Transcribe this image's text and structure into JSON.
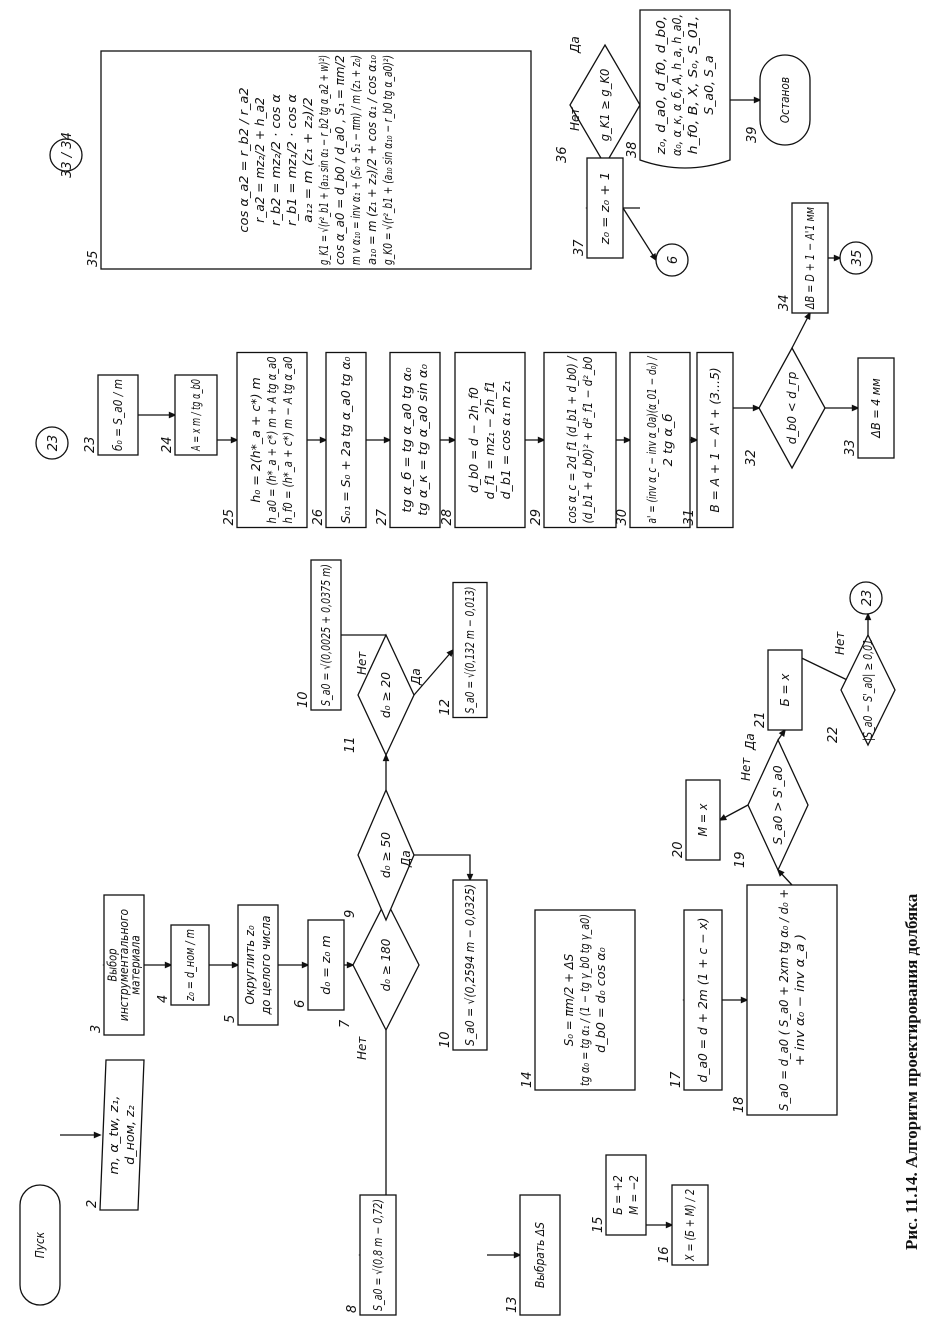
{
  "caption": "Рис. 11.14. Алгоритм проектирования долбяка",
  "blocks": [
    {
      "id": "start",
      "number": "",
      "kind": "terminal",
      "lines": [
        "Пуск"
      ]
    },
    {
      "id": "b2",
      "number": "2",
      "kind": "input",
      "lines": [
        "m, α_tw, z₁,",
        "d_ном, z₂"
      ]
    },
    {
      "id": "b3",
      "number": "3",
      "kind": "process",
      "lines": [
        "Выбор",
        "инструментального",
        "материала"
      ]
    },
    {
      "id": "b4",
      "number": "4",
      "kind": "process",
      "lines": [
        "z₀ = d_ном / m"
      ]
    },
    {
      "id": "b5",
      "number": "5",
      "kind": "process",
      "lines": [
        "Округлить z₀",
        "до целого числа"
      ]
    },
    {
      "id": "b6",
      "number": "6",
      "kind": "process",
      "lines": [
        "d₀ = z₀ m"
      ]
    },
    {
      "id": "b7",
      "number": "7",
      "kind": "decision",
      "lines": [
        "d₀ ≥ 180"
      ]
    },
    {
      "id": "b8",
      "number": "8",
      "kind": "process",
      "lines": [
        "S_a0 = √(0,8 m − 0,72)"
      ]
    },
    {
      "id": "b9",
      "number": "9",
      "kind": "decision",
      "lines": [
        "d₀ ≥ 50"
      ]
    },
    {
      "id": "b10a",
      "number": "10",
      "kind": "process",
      "lines": [
        "S_a0 = √(0,2594 m − 0,0325)"
      ]
    },
    {
      "id": "b10b",
      "number": "10",
      "kind": "process",
      "lines": [
        "S_a0 = √(0,0025 + 0,0375 m)"
      ]
    },
    {
      "id": "b11",
      "number": "11",
      "kind": "decision",
      "lines": [
        "d₀ ≥ 20"
      ]
    },
    {
      "id": "b12",
      "number": "12",
      "kind": "process",
      "lines": [
        "S_a0 = √(0,132 m − 0,013)"
      ]
    },
    {
      "id": "b13",
      "number": "13",
      "kind": "process",
      "lines": [
        "Выбрать ΔS"
      ]
    },
    {
      "id": "b14",
      "number": "14",
      "kind": "process",
      "lines": [
        "S₀ = πm/2 + ΔS",
        "tg α₀ = tg α₁ / (1 − tg γ_b0 tg γ_a0)",
        "d_b0 = d₀ cos α₀"
      ]
    },
    {
      "id": "b15",
      "number": "15",
      "kind": "process",
      "lines": [
        "Б = +2",
        "M = −2"
      ]
    },
    {
      "id": "b16",
      "number": "16",
      "kind": "process",
      "lines": [
        "X = (Б + M) / 2"
      ]
    },
    {
      "id": "b17",
      "number": "17",
      "kind": "process",
      "lines": [
        "d_a0 = d + 2m (1 + c − x)"
      ]
    },
    {
      "id": "b18",
      "number": "18",
      "kind": "process",
      "lines": [
        "S_a0 = d_a0 ( S_a0 + 2xm tg α₀ / d₀ +",
        "+ inv α₀ − inv α_a )"
      ]
    },
    {
      "id": "b19",
      "number": "19",
      "kind": "decision",
      "lines": [
        "S_a0 > S'_a0"
      ]
    },
    {
      "id": "b20",
      "number": "20",
      "kind": "process",
      "lines": [
        "M = x"
      ]
    },
    {
      "id": "b21",
      "number": "21",
      "kind": "process",
      "lines": [
        "Б = x"
      ]
    },
    {
      "id": "b22",
      "number": "22",
      "kind": "decision",
      "lines": [
        "|S_a0 − S'_a0| ≥ 0,01"
      ]
    },
    {
      "id": "b23",
      "number": "23",
      "kind": "process",
      "lines": [
        "б₀ = S_a0 / m"
      ]
    },
    {
      "id": "b24",
      "number": "24",
      "kind": "process",
      "lines": [
        "A = x m / tg α_b0"
      ]
    },
    {
      "id": "b25",
      "number": "25",
      "kind": "process",
      "lines": [
        "h₀ = 2(h*_a + c*) m",
        "h_a0 = (h*_a + c*) m + A tg α_a0",
        "h_f0 = (h*_a + c*) m − A tg α_a0"
      ]
    },
    {
      "id": "b26",
      "number": "26",
      "kind": "process",
      "lines": [
        "S₀₁ = S₀ + 2a tg α_a0 tg α₀"
      ]
    },
    {
      "id": "b27",
      "number": "27",
      "kind": "process",
      "lines": [
        "tg α_б = tg α_a0 tg α₀",
        "tg α_к = tg α_a0 sin α₀"
      ]
    },
    {
      "id": "b28",
      "number": "28",
      "kind": "process",
      "lines": [
        "d_b0 = d − 2h_f0",
        "d_f1 = mz₁ − 2h_f1",
        "d_b1 = cos α₁ m z₁"
      ]
    },
    {
      "id": "b29",
      "number": "29",
      "kind": "process",
      "lines": [
        "cos α_c = 2d_f1 (d_b1 + d_b0) /",
        "(d_b1 + d_b0)² + d²_f1 − d²_b0"
      ]
    },
    {
      "id": "b30",
      "number": "30",
      "kind": "process",
      "lines": [
        "a' = (inv α_c − inv α_0a)(α_01 − d₀) /",
        "2 tg α_б"
      ]
    },
    {
      "id": "b31",
      "number": "31",
      "kind": "process",
      "lines": [
        "B = A + 1 − A' + (3…5)"
      ]
    },
    {
      "id": "b32",
      "number": "32",
      "kind": "decision",
      "lines": [
        "d_b0 < d_гр"
      ]
    },
    {
      "id": "b33",
      "number": "33",
      "kind": "process",
      "lines": [
        "ΔB = 4 мм"
      ]
    },
    {
      "id": "b34",
      "number": "34",
      "kind": "process",
      "lines": [
        "ΔB = D + 1 − A'1 мм"
      ]
    },
    {
      "id": "b35",
      "number": "35",
      "kind": "process",
      "lines": [
        "cos α_a2 = r_b2 / r_a2",
        "r_a2 = mz₂/2 + h_a2",
        "r_b2 = mz₂/2 · cos α",
        "r_b1 = mz₁/2 · cos α",
        "a₁₂ = m (z₁ + z₂)/2",
        "g_K1 = √(r²_b1 + (a₁₂ sin α₁ − r_b2 tg α_a2 + w)²)",
        "cos α_a0 = d_b0 / d_a0 ,  S₁ = πm/2",
        "m v α₁₀ = inv α₁ + (S₀ + S₁ − πm) / m (z₁ + z₀)",
        "a₁₀ = m (z₁ + z₂)/2 + cos α₁ / cos α₁₀",
        "g_K0 = √(r²_b1 + (a₁₀ sin α₁₀ − r_b0 tg α_a0)²)"
      ]
    },
    {
      "id": "b36",
      "number": "36",
      "kind": "decision",
      "lines": [
        "g_K1 ≥ g_K0"
      ]
    },
    {
      "id": "b37",
      "number": "37",
      "kind": "process",
      "lines": [
        "z₀ = z₀ + 1"
      ]
    },
    {
      "id": "b38",
      "number": "38",
      "kind": "output",
      "lines": [
        "z₀, d_a0, d_f0, d_b0,",
        "α₀, α_к, α_б, A, h_a, h_a0,",
        "h_f0, B, X, S₀, S_01,",
        "S_a0, S_a"
      ]
    },
    {
      "id": "b39",
      "number": "39",
      "kind": "terminal",
      "lines": [
        "Останов"
      ]
    }
  ],
  "connectors": [
    {
      "id": "c23a",
      "label": "23"
    },
    {
      "id": "c23b",
      "label": "23"
    },
    {
      "id": "c33_34",
      "label": "33 / 34"
    },
    {
      "id": "c35",
      "label": "35"
    },
    {
      "id": "c6",
      "label": "6"
    }
  ],
  "branch_labels": {
    "yes": "Да",
    "no": "Нет"
  }
}
